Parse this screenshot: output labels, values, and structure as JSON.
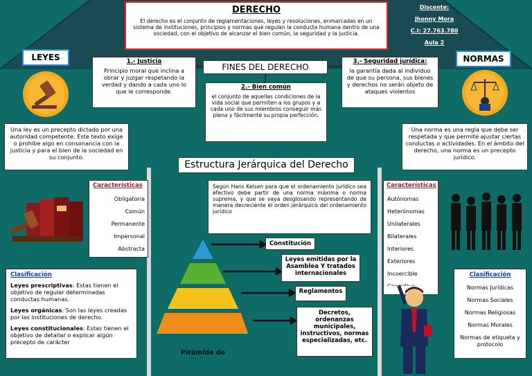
{
  "colors": {
    "background": "#0e6b66",
    "roof": "#1a4a52",
    "red_border": "#e02424",
    "blue_border": "#1e88e5",
    "heading_red": "#c0102a",
    "heading_blue": "#1b3f8f"
  },
  "header": {
    "title": "DERECHO",
    "text": "El derecho es el conjunto de reglamentaciones, leyes y resoluciones, enmarcadas en un sistema de instituciones, principios y normas que regulan la conducta humana dentro de una sociedad, con el objetivo de alcanzar el bien común, la seguridad y la justicia."
  },
  "student": {
    "line1": "Discente:",
    "line2": "Jhonny Mora",
    "line3": "C.I: 27.763.780",
    "line4": "Aula 2"
  },
  "leyes": {
    "title": "LEYES",
    "definition": "Una ley es un precepto dictado por una autoridad competente. Este texto exige o prohíbe algo en consonancia con la justicia y para el bien de la sociedad en su conjunto.",
    "char_title": "Características",
    "characteristics": [
      "Obligatoria",
      "Común",
      "Permanente",
      "Impersonal",
      "Abstracta"
    ],
    "class_title": "Clasificación",
    "classification": [
      {
        "term": "Leyes prescriptivas",
        "desc": ": Estas tienen el objetivo de regular determinadas conductas humanas."
      },
      {
        "term": "Leyes orgánicas",
        "desc": ": Son las leyes creadas por las instituciones de derecho."
      },
      {
        "term": "Leyes constitucionales",
        "desc": ": Estas tienen el objetivo de detallar o explicar algún precepto de carácter"
      }
    ]
  },
  "normas": {
    "title": "NORMAS",
    "definition": "Una norma es una regla que debe ser respetada y que permite ajustar ciertas conductas o actividades. En el ámbito del derecho, una norma es un precepto jurídico.",
    "char_title": "Características",
    "characteristics": [
      "Autónomas",
      "Heterónomas",
      "Unilaterales",
      "Bilaterales",
      "Interiores",
      "Exteriores",
      "Incoercible",
      "Coercitiva"
    ],
    "class_title": "Clasificación",
    "classification": [
      "Normas Jurídicas",
      "Normas Sociales",
      "Normas Religiosas",
      "Normas Morales",
      "Normas de etiqueta y protocolo"
    ]
  },
  "fines": {
    "title": "FINES DEL DERECHO",
    "f1_title": "1.- Justicia",
    "f1_text": "Principio moral que inclina a obrar y juzgar respetando la verdad y dando a cada uno lo que le corresponde.",
    "f2_title": "2.- Bien común",
    "f2_text": "el conjunto de aquellas condiciones de la vida social que permiten a los grupos y a cada uno de sus miembros conseguir más plena y fácilmente su propia perfección.",
    "f3_title": "3.- Seguridad jurídica:",
    "f3_text": "la garantía dada al individuo de que su persona, sus bienes y derechos no serán objeto de ataques violentos"
  },
  "estructura": {
    "title": "Estructura Jerárquica del Derecho",
    "text": "Según Hans Kelsen para que el ordenamiento jurídico sea efectivo debe partir de una norma máxima o norma suprema, y que se vaya desglosando representando de manera decreciente el orden jerárquico del ordenamiento jurídico",
    "levels": [
      "Constitución",
      "Leyes emitidas por la Asamblea Y tratados internacionales",
      "Reglamentos",
      "Decretos, ordenanzas municipales, instructivos, normas especializadas, etc."
    ],
    "pyramid_label": "Pirámide de Kelsen"
  }
}
